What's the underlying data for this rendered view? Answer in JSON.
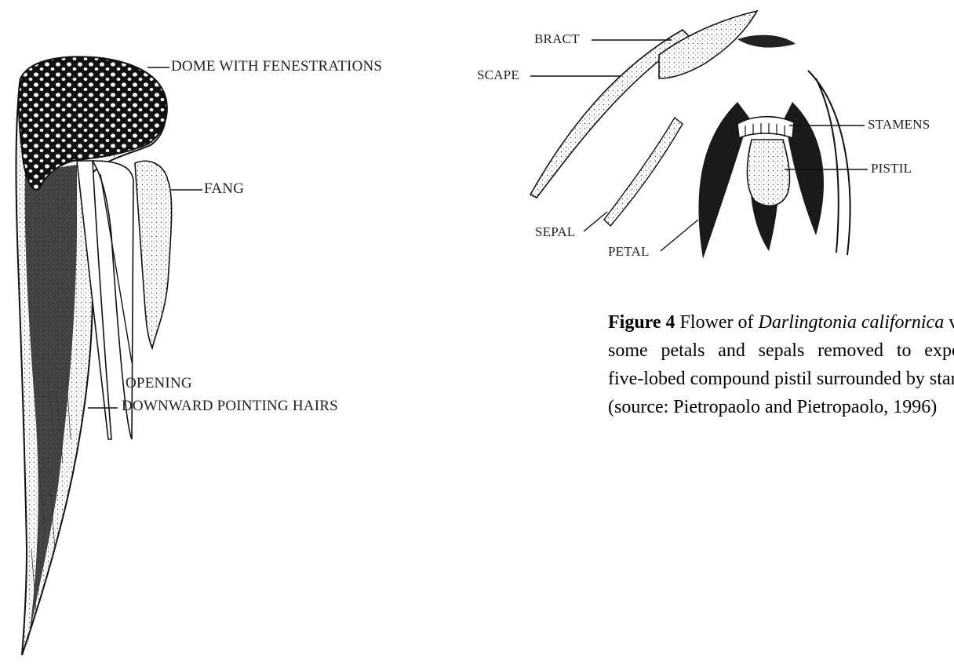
{
  "pitcher": {
    "labels": {
      "dome": "DOME WITH FENESTRATIONS",
      "fang": "FANG",
      "opening": "OPENING",
      "hairs": "DOWNWARD POINTING HAIRS"
    }
  },
  "flower": {
    "labels": {
      "bract": "BRACT",
      "scape": "SCAPE",
      "stamens": "STAMENS",
      "pistil": "PISTIL",
      "sepal": "SEPAL",
      "petal": "PETAL"
    }
  },
  "caption": {
    "figure_label": "Figure 4",
    "text_before_species": " Flower of ",
    "species": "Darlingtonia californica",
    "line1_tail": " v",
    "line2_words": [
      "some",
      "petals",
      "and",
      "sepals",
      "removed",
      "to",
      "expose"
    ],
    "line3": "five-lobed compound pistil surrounded by stam",
    "line4": "(source: Pietropaolo and Pietropaolo, 1996)"
  }
}
